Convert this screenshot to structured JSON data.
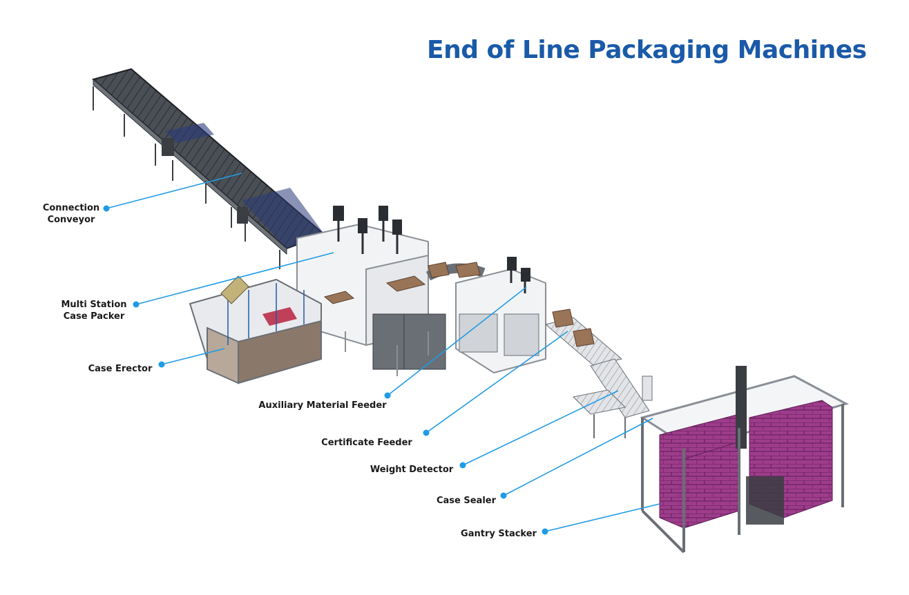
{
  "title": "End of Line Packaging Machines",
  "colors": {
    "title": "#1a5aa8",
    "leader": "#1f9be6",
    "machine_frame": "#8a8f96",
    "boxes": "#b0479a",
    "cardboard": "#9a7456"
  },
  "labels": [
    {
      "line1": "Connection",
      "line2": "Conveyor"
    },
    {
      "line1": "Multi Station",
      "line2": "Case Packer"
    },
    {
      "line1": "Case Erector"
    },
    {
      "line1": "Auxiliary Material Feeder"
    },
    {
      "line1": "Certificate Feeder"
    },
    {
      "line1": "Weight Detector"
    },
    {
      "line1": "Case Sealer"
    },
    {
      "line1": "Gantry Stacker"
    }
  ]
}
